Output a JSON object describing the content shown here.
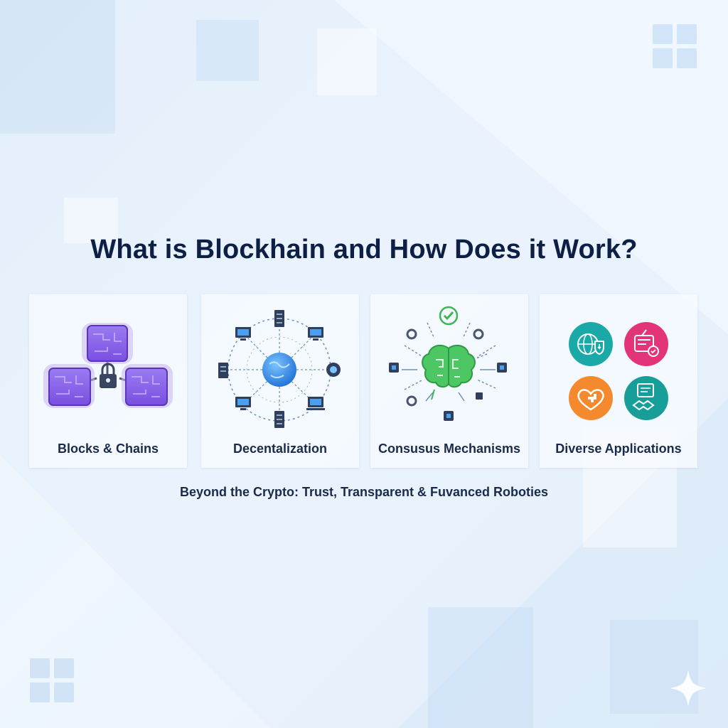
{
  "header": {
    "title": "What is Blockhain and How Does it Work?"
  },
  "cards": [
    {
      "label": "Blocks & Chains",
      "icon": "blocks-chain-lock-icon"
    },
    {
      "label": "Decentalization",
      "icon": "globe-network-icon"
    },
    {
      "label": "Consusus Mechanisms",
      "icon": "brain-consensus-icon"
    },
    {
      "label": "Diverse Applications",
      "icon": "applications-icon"
    }
  ],
  "footer": {
    "subtitle": "Beyond the Crypto: Trust, Transparent & Fuvanced Roboties"
  },
  "colors": {
    "title": "#0e1f45",
    "block_purple": "#7a4fe0",
    "globe_blue": "#3a8de8",
    "brain_green": "#3cb554",
    "app_teal": "#1ba9a7",
    "app_pink": "#e3347a",
    "app_orange": "#f5892d",
    "app_teal_dark": "#179e98"
  }
}
